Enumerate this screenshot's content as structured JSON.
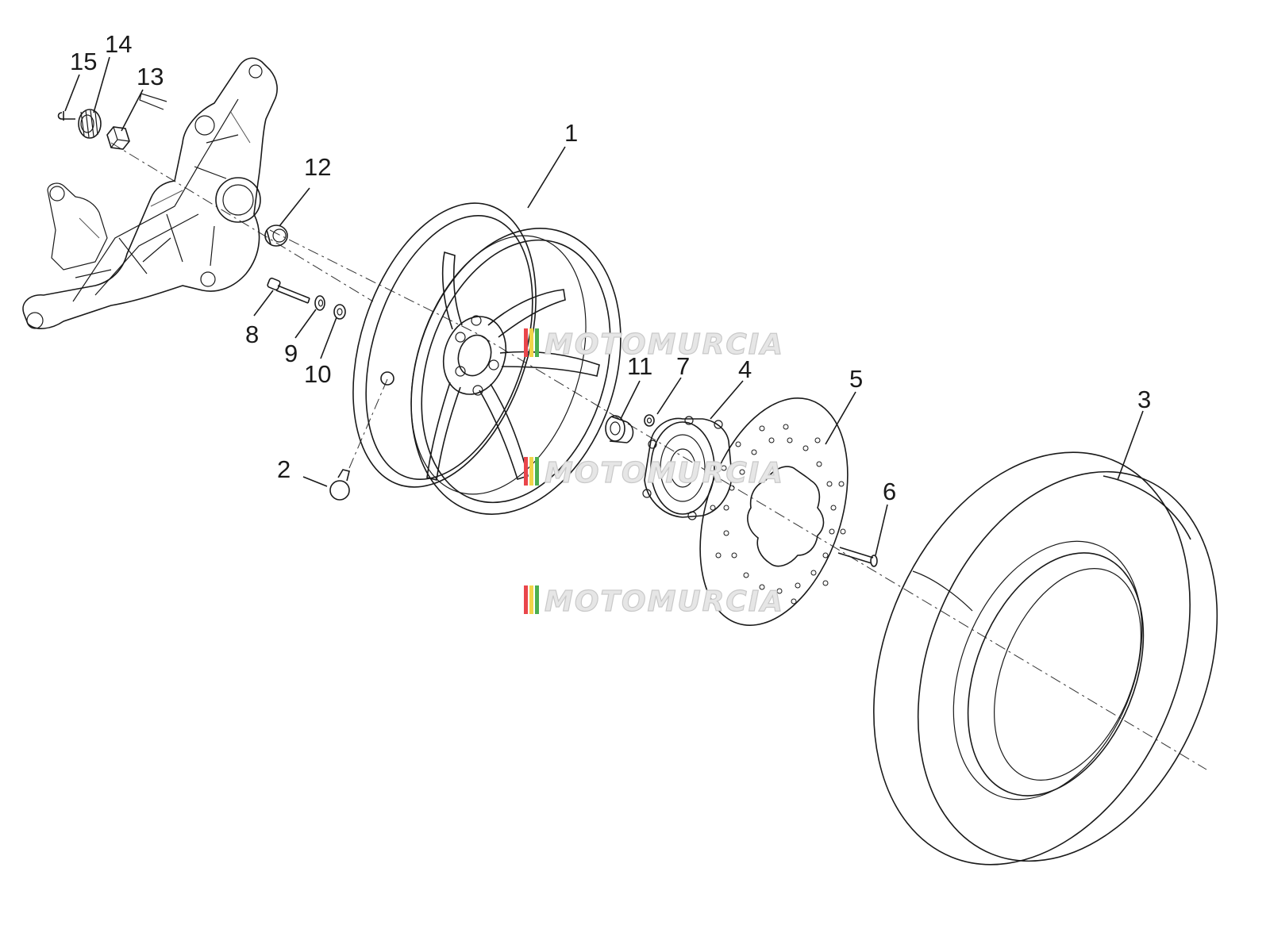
{
  "diagram": {
    "callouts": [
      "1",
      "2",
      "3",
      "4",
      "5",
      "6",
      "7",
      "8",
      "9",
      "10",
      "11",
      "12",
      "13",
      "14",
      "15"
    ]
  },
  "watermark": {
    "text": "MOTOMURCIA",
    "colors": [
      "#e9464b",
      "#f1d44a",
      "#4caf50"
    ]
  },
  "parts": [
    "swingarm-bracket-icon",
    "rim-icon",
    "valve-icon",
    "tyre-icon",
    "hub-icon",
    "brake-disc-icon",
    "screw-icon",
    "nut-icon",
    "bolt-icon",
    "washer-icon",
    "spacer-icon",
    "bearing-icon",
    "pin-icon"
  ]
}
